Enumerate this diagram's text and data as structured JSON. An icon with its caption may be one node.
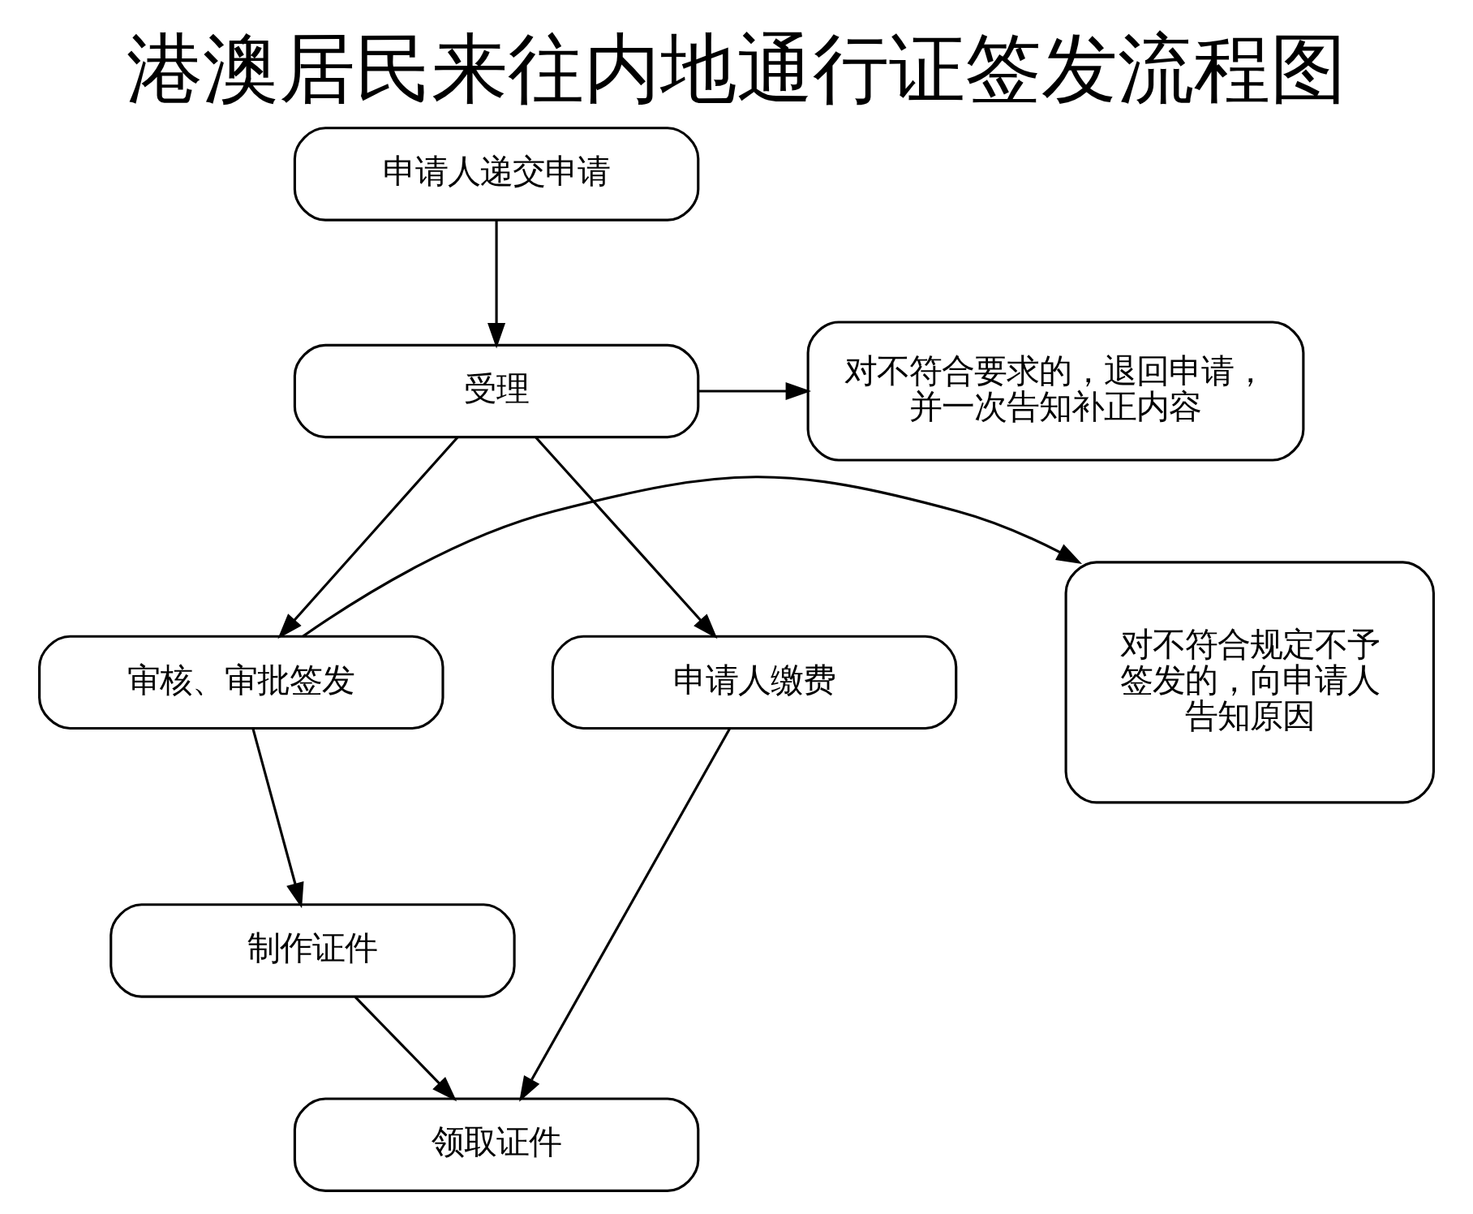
{
  "diagram": {
    "title": "港澳居民来往内地通行证签发流程图",
    "nodes": [
      {
        "text": [
          "申请人递交申请"
        ]
      },
      {
        "text": [
          "受理"
        ]
      },
      {
        "text": [
          "对不符合要求的，退回申请，并一次告知补正内容"
        ]
      },
      {
        "text": [
          "对不符合规定不予签发的，向申请人告知原因"
        ]
      },
      {
        "text": [
          "审核、审批签发"
        ]
      },
      {
        "text": [
          "申请人缴费"
        ]
      },
      {
        "text": [
          "制作证件"
        ]
      },
      {
        "text": [
          "领取证件"
        ]
      }
    ],
    "edges": [
      {
        "from": 0,
        "to": 1,
        "arrow": "to"
      },
      {
        "from": 1,
        "to": 2,
        "arrow": "to"
      },
      {
        "from": 1,
        "to": 4,
        "arrow": "to"
      },
      {
        "from": 1,
        "to": 5,
        "arrow": "to"
      },
      {
        "from": 4,
        "to": 3,
        "arrow": "to"
      },
      {
        "from": 4,
        "to": 6,
        "arrow": "to"
      },
      {
        "from": 6,
        "to": 7,
        "arrow": "to"
      },
      {
        "from": 5,
        "to": 7,
        "arrow": "to"
      }
    ]
  }
}
